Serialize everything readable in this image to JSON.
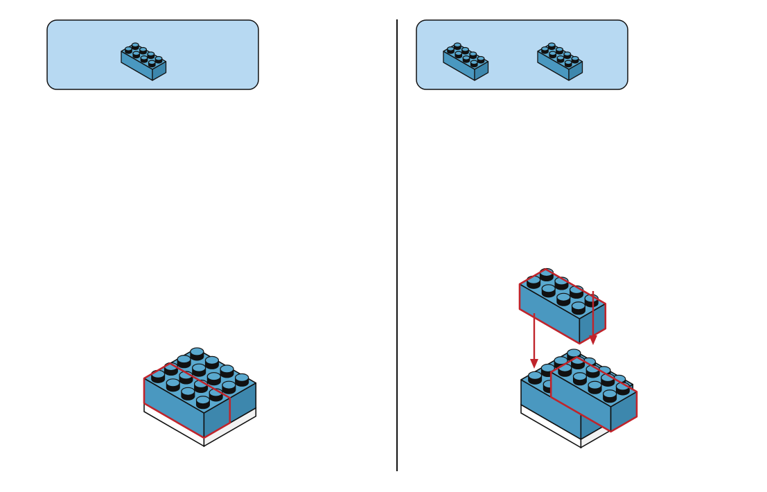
{
  "colors": {
    "brick_top": "#5aa9cf",
    "brick_left": "#4a98c0",
    "brick_right": "#3d87ad",
    "stud_top": "#5aa9cf",
    "stud_side": "#3f8bb2",
    "outline": "#111111",
    "panel_fill": "#b7d9f2",
    "highlight": "#c0242b",
    "base_plate": "#ffffff",
    "divider": "#111111"
  },
  "steps": [
    {
      "parts_box": {
        "brick_count": 1,
        "brick_type": "brick-2x4"
      },
      "assembly": {
        "base_bricks": 2,
        "highlighted_bricks": 1
      }
    },
    {
      "parts_box": {
        "brick_count": 2,
        "brick_type": "brick-2x4"
      },
      "assembly": {
        "base_bricks": 2,
        "new_bricks": 2,
        "highlighted_bricks": 2,
        "arrows": 2
      }
    }
  ]
}
